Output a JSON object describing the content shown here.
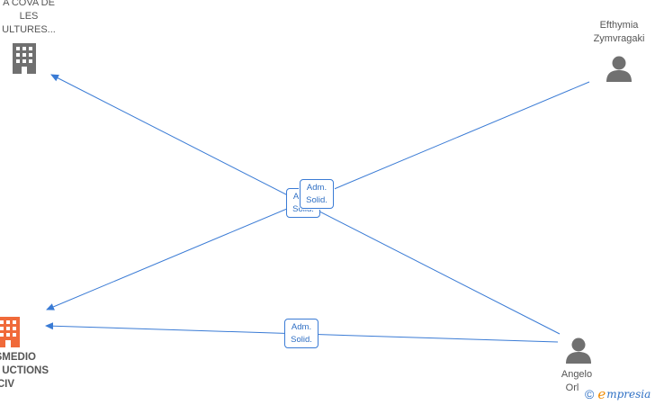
{
  "nodes": {
    "company_top": {
      "lines": [
        "A COVA DE",
        "LES",
        "ULTURES..."
      ],
      "color": "#707070"
    },
    "company_bottom": {
      "lines": [
        "SMEDIO",
        "UCTIONS",
        "CIV"
      ],
      "color": "#f06a3a"
    },
    "person_efthymia": {
      "lines": [
        "Efthymia",
        "Zymvragaki"
      ],
      "color": "#707070"
    },
    "person_angelo": {
      "lines": [
        "Angelo",
        "Orl"
      ],
      "color": "#707070"
    }
  },
  "edges": [
    {
      "label_line1": "Adm.",
      "label_line2": "Solid."
    },
    {
      "label_line1": "Adm.",
      "label_line2": "Solid."
    },
    {
      "label_line1": "Adm.",
      "label_line2": "Solid."
    }
  ],
  "colors": {
    "edge": "#3a7bd5"
  },
  "brand": {
    "copyright": "©",
    "e": "e",
    "rest": "mpresia"
  }
}
